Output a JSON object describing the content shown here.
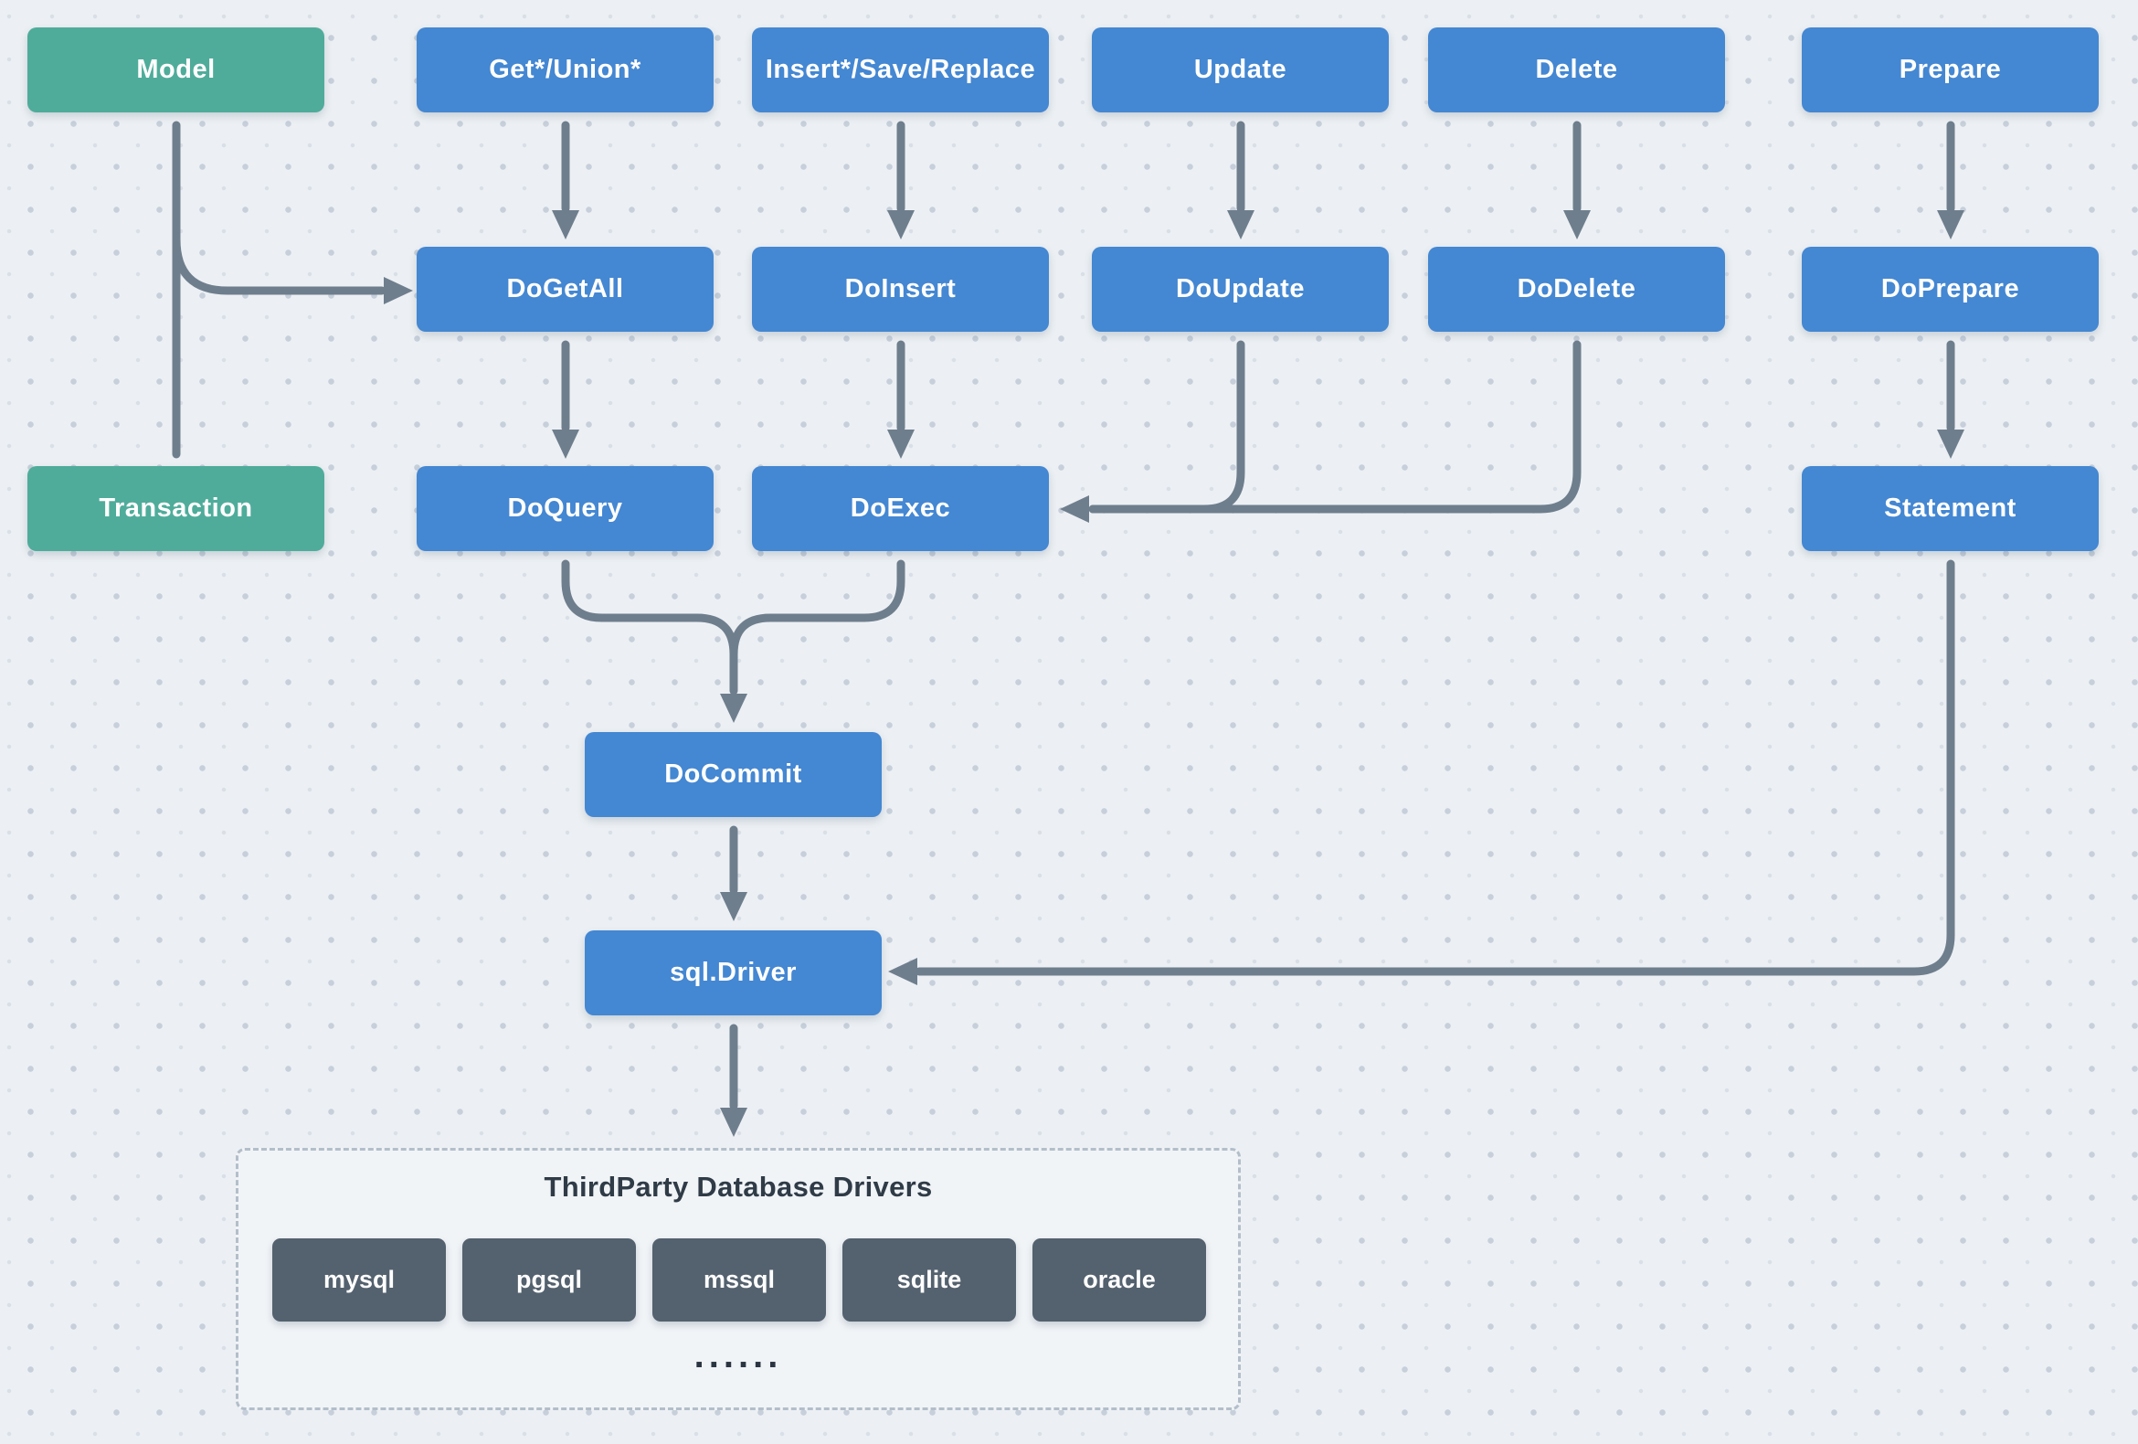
{
  "nodes": {
    "model": "Model",
    "get_union": "Get*/Union*",
    "insert_save_replace": "Insert*/Save/Replace",
    "update": "Update",
    "delete": "Delete",
    "prepare": "Prepare",
    "do_get_all": "DoGetAll",
    "do_insert": "DoInsert",
    "do_update": "DoUpdate",
    "do_delete": "DoDelete",
    "do_prepare": "DoPrepare",
    "transaction": "Transaction",
    "do_query": "DoQuery",
    "do_exec": "DoExec",
    "statement": "Statement",
    "do_commit": "DoCommit",
    "sql_driver": "sql.Driver"
  },
  "third_party": {
    "title": "ThirdParty Database Drivers",
    "drivers": [
      "mysql",
      "pgsql",
      "mssql",
      "sqlite",
      "oracle"
    ],
    "ellipsis": "......"
  },
  "colors": {
    "background": "#ECF0F4",
    "node_blue": "#4487D2",
    "node_green": "#4FAC9A",
    "driver_dark": "#54616E",
    "connector_gray": "#6F7E8D",
    "dashed_border": "#B3BECA",
    "title_text": "#2F3B47"
  }
}
